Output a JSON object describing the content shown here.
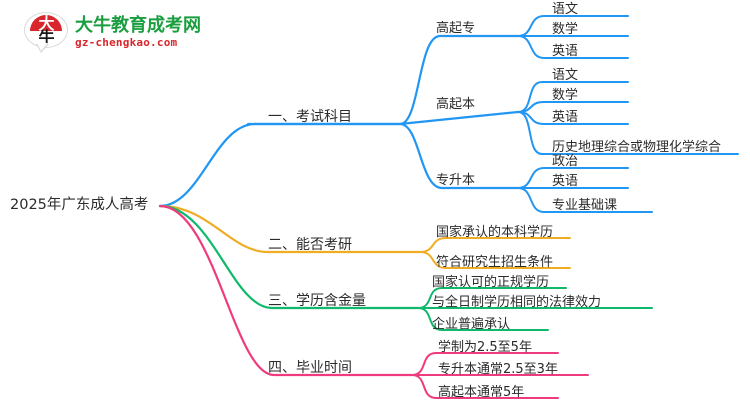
{
  "logo": {
    "mark_top_char": "大",
    "mark_bottom_char": "牛",
    "title": "大牛教育成考网",
    "subtitle": "gz-chengkao.com",
    "title_color": "#1a9e3f",
    "subtitle_color": "#d8262c",
    "mark_color": "#d8262c"
  },
  "mindmap": {
    "root": "2025年广东成人高考",
    "branch_colors": {
      "exam": "#2196f3",
      "postgrad": "#f0ad24",
      "value": "#0fb96b",
      "graduation": "#ef3b7e"
    },
    "branches": [
      {
        "id": "exam",
        "label": "一、考试科目",
        "color": "#2196f3",
        "children": [
          {
            "label": "高起专",
            "leaves": [
              "语文",
              "数学",
              "英语"
            ]
          },
          {
            "label": "高起本",
            "leaves": [
              "语文",
              "数学",
              "英语",
              "历史地理综合或物理化学综合"
            ]
          },
          {
            "label": "专升本",
            "leaves": [
              "政治",
              "英语",
              "专业基础课"
            ]
          }
        ]
      },
      {
        "id": "postgrad",
        "label": "二、能否考研",
        "color": "#f0ad24",
        "leaves": [
          "国家承认的本科学历",
          "符合研究生招生条件"
        ]
      },
      {
        "id": "value",
        "label": "三、学历含金量",
        "color": "#0fb96b",
        "leaves": [
          "国家认可的正规学历",
          "与全日制学历相同的法律效力",
          "企业普遍承认"
        ]
      },
      {
        "id": "graduation",
        "label": "四、毕业时间",
        "color": "#ef3b7e",
        "leaves": [
          "学制为2.5至5年",
          "专升本通常2.5至3年",
          "高起本通常5年"
        ]
      }
    ]
  }
}
